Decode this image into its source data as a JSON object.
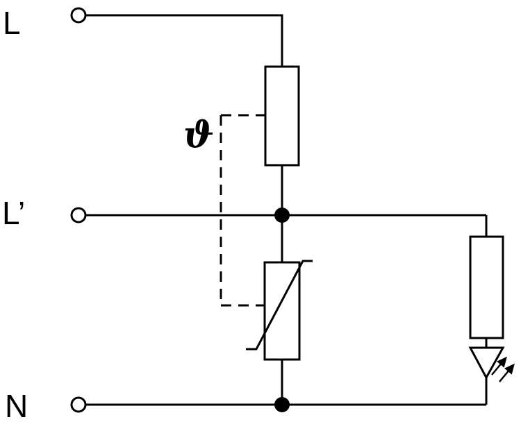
{
  "diagram": {
    "kind": "circuit-schematic",
    "description": "Surge protective device: thermal-fuse in series with varistor between L and N, thermal coupling shown dashed, LED status indicator with series resistor between L' and N",
    "labels": {
      "terminal_l": "L",
      "terminal_l_prime": "L’",
      "terminal_n": "N",
      "thermal_coupling": "ϑ"
    },
    "components": [
      {
        "name": "thermal-fuse",
        "symbol": "empty-rectangle"
      },
      {
        "name": "varistor",
        "symbol": "rectangle-with-diagonal-strike"
      },
      {
        "name": "resistor",
        "symbol": "empty-rectangle"
      },
      {
        "name": "led-indicator",
        "symbol": "diode-triangle-with-light-arrows"
      }
    ],
    "colors": {
      "line": "#000000",
      "background": "#ffffff"
    }
  }
}
